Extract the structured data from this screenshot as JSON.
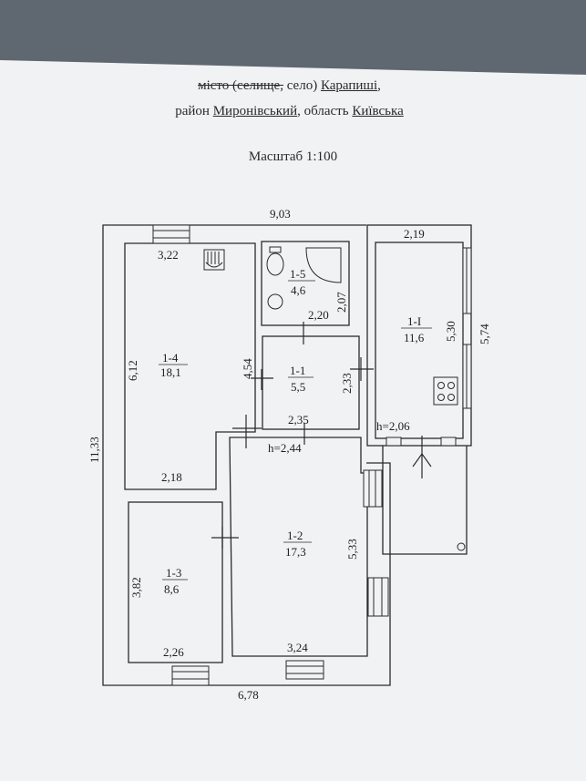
{
  "header": {
    "line1_struck": "місто (селище,",
    "line1_rest": " село) ",
    "line1_place": "Карапиші",
    "line1_tail": ",",
    "line2_prefix": "район ",
    "line2_district": "Миронівський",
    "line2_mid": ", область ",
    "line2_region": "Київська",
    "scale": "Масштаб 1:100"
  },
  "dimensions": {
    "overall_width": "9,03",
    "overall_height": "11,33",
    "bottom_width": "6,78",
    "room14_width": "3,22",
    "room14_height": "6,12",
    "room14_bottom": "2,18",
    "room15_height": "2,07",
    "room15_width": "2,20",
    "room11_left": "4,54",
    "room11_right": "2,33",
    "room11_bottom": "2,35",
    "room12_ceiling": "h=2,44",
    "room12_right": "5,33",
    "room12_bottom": "3,24",
    "room13_height": "3,82",
    "room13_width": "2,26",
    "roomI_width": "2,19",
    "roomI_height": "5,30",
    "roomI_outer": "5,74",
    "roomI_ceiling": "h=2,06"
  },
  "rooms": [
    {
      "id": "1-4",
      "area": "18,1"
    },
    {
      "id": "1-5",
      "area": "4,6"
    },
    {
      "id": "1-1",
      "area": "5,5"
    },
    {
      "id": "1-I",
      "area": "11,6"
    },
    {
      "id": "1-2",
      "area": "17,3"
    },
    {
      "id": "1-3",
      "area": "8,6"
    }
  ],
  "colors": {
    "paper": "#f1f2f4",
    "ink": "#2b2b2b",
    "link": "#1e3a8a",
    "background": "#5f6770"
  }
}
